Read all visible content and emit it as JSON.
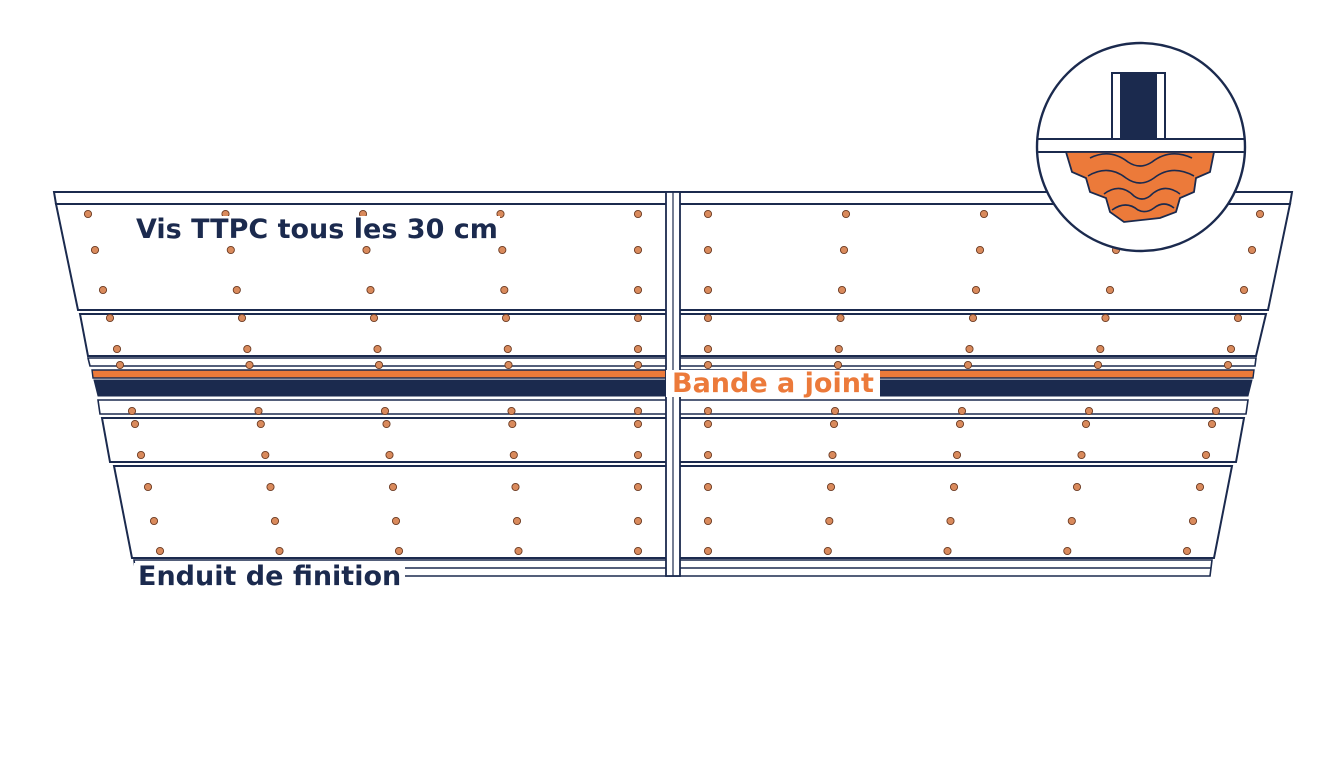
{
  "diagram": {
    "labels": {
      "screws": "Vis TTPC tous les 30 cm",
      "tape": "Bande a joint",
      "finish": "Enduit de finition"
    },
    "colors": {
      "navy": "#1b2a4e",
      "orange": "#ec7a3a",
      "screw": "#d98a5c",
      "board": "#ffffff"
    },
    "icons": {
      "detail": "joint-cross-section-icon",
      "screw": "screw-head-icon"
    }
  }
}
